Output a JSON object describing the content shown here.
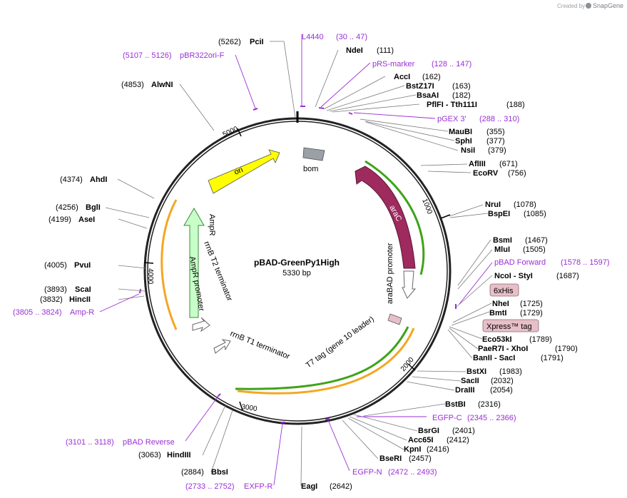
{
  "watermark": {
    "prefix": "Created by",
    "brand": "SnapGene"
  },
  "plasmid": {
    "name": "pBAD-GreenPy1High",
    "length_label": "5330 bp"
  },
  "ring_ticks": [
    "1000",
    "2000",
    "3000",
    "4000",
    "5000"
  ],
  "enzymes": [
    {
      "name": "PciI",
      "pos": "(5262)"
    },
    {
      "name": "NdeI",
      "pos": "(111)"
    },
    {
      "name": "AccI",
      "pos": "(162)"
    },
    {
      "name": "BstZ17I",
      "pos": "(163)"
    },
    {
      "name": "BsaAI",
      "pos": "(182)"
    },
    {
      "name": "PflFI - Tth111I",
      "pos": "(188)"
    },
    {
      "name": "MauBI",
      "pos": "(355)"
    },
    {
      "name": "SphI",
      "pos": "(377)"
    },
    {
      "name": "NsiI",
      "pos": "(379)"
    },
    {
      "name": "AflIII",
      "pos": "(671)"
    },
    {
      "name": "EcoRV",
      "pos": "(756)"
    },
    {
      "name": "NruI",
      "pos": "(1078)"
    },
    {
      "name": "BspEI",
      "pos": "(1085)"
    },
    {
      "name": "BsmI",
      "pos": "(1467)"
    },
    {
      "name": "MluI",
      "pos": "(1505)"
    },
    {
      "name": "NcoI - StyI",
      "pos": "(1687)"
    },
    {
      "name": "NheI",
      "pos": "(1725)"
    },
    {
      "name": "BmtI",
      "pos": "(1729)"
    },
    {
      "name": "Eco53kI",
      "pos": "(1789)"
    },
    {
      "name": "PaeR7I - XhoI",
      "pos": "(1790)"
    },
    {
      "name": "BanII - SacI",
      "pos": "(1791)"
    },
    {
      "name": "BstXI",
      "pos": "(1983)"
    },
    {
      "name": "SacII",
      "pos": "(2032)"
    },
    {
      "name": "DraIII",
      "pos": "(2054)"
    },
    {
      "name": "BstBI",
      "pos": "(2316)"
    },
    {
      "name": "BsrGI",
      "pos": "(2401)"
    },
    {
      "name": "Acc65I",
      "pos": "(2412)"
    },
    {
      "name": "KpnI",
      "pos": "(2416)"
    },
    {
      "name": "BseRI",
      "pos": "(2457)"
    },
    {
      "name": "EagI",
      "pos": "(2642)"
    },
    {
      "name": "BbsI",
      "pos": "(2884)"
    },
    {
      "name": "HindIII",
      "pos": "(3063)"
    },
    {
      "name": "HincII",
      "pos": "(3832)"
    },
    {
      "name": "ScaI",
      "pos": "(3893)"
    },
    {
      "name": "PvuI",
      "pos": "(4005)"
    },
    {
      "name": "AseI",
      "pos": "(4199)"
    },
    {
      "name": "BglI",
      "pos": "(4256)"
    },
    {
      "name": "AhdI",
      "pos": "(4374)"
    },
    {
      "name": "AlwNI",
      "pos": "(4853)"
    }
  ],
  "primers": [
    {
      "name": "L4440",
      "range": "(30 .. 47)"
    },
    {
      "name": "pRS-marker",
      "range": "(128 .. 147)"
    },
    {
      "name": "pGEX 3'",
      "range": "(288 .. 310)"
    },
    {
      "name": "pBAD Forward",
      "range": "(1578 .. 1597)"
    },
    {
      "name": "EGFP-C",
      "range": "(2345 .. 2366)"
    },
    {
      "name": "EGFP-N",
      "range": "(2472 .. 2493)"
    },
    {
      "name": "EXFP-R",
      "range": "(2733 .. 2752)"
    },
    {
      "name": "pBAD Reverse",
      "range": "(3101 .. 3118)"
    },
    {
      "name": "Amp-R",
      "range": "(3805 .. 3824)"
    },
    {
      "name": "pBR322ori-F",
      "range": "(5107 .. 5126)"
    }
  ],
  "tags": [
    "6xHis",
    "Xpress™ tag"
  ],
  "features": {
    "ori": "ori",
    "bom": "bom",
    "araC": "araC",
    "araBAD_promoter": "araBAD promoter",
    "T7_tag": "T7 tag (gene 10 leader)",
    "rrnB_T1": "rrnB T1 terminator",
    "rrnB_T2": "rrnB T2 terminator",
    "AmpR": "AmpR",
    "AmpR_promoter": "AmpR promoter"
  },
  "colors": {
    "ring": "#222222",
    "primer": "#9a2fd6",
    "ori": "#ffff00",
    "araC": "#9e2a5e",
    "ampR": "#c8ffc8",
    "orange_cds": "#f5a623",
    "green_cds": "#3fa31a",
    "tag_fill": "#e7bfc8",
    "bom": "#9aa0a6",
    "leader": "#7a7a7a"
  }
}
